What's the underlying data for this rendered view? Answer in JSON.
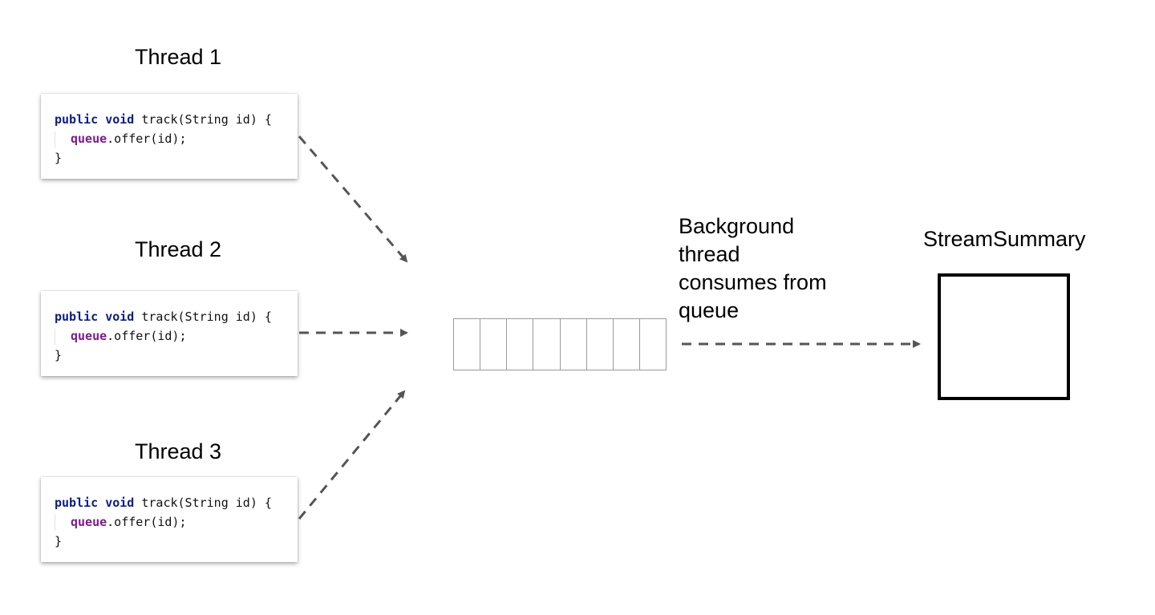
{
  "threads": [
    {
      "title": "Thread 1",
      "code": {
        "line1_kw": "public void",
        "line1_rest": " track(String id) {",
        "line2_field": "queue",
        "line2_rest": ".offer(id);",
        "line3": "}"
      }
    },
    {
      "title": "Thread 2",
      "code": {
        "line1_kw": "public void",
        "line1_rest": " track(String id) {",
        "line2_field": "queue",
        "line2_rest": ".offer(id);",
        "line3": "}"
      }
    },
    {
      "title": "Thread 3",
      "code": {
        "line1_kw": "public void",
        "line1_rest": " track(String id) {",
        "line2_field": "queue",
        "line2_rest": ".offer(id);",
        "line3": "}"
      }
    }
  ],
  "queue": {
    "slot_count": 8
  },
  "consumer_label": {
    "lines": [
      "Background",
      "thread",
      "consumes from",
      "queue"
    ]
  },
  "summary": {
    "title": "StreamSummary"
  },
  "colors": {
    "arrow": "#555555",
    "keyword": "#0a1d8c",
    "field": "#7a1d8c",
    "queue_border": "#9a9a9a"
  }
}
